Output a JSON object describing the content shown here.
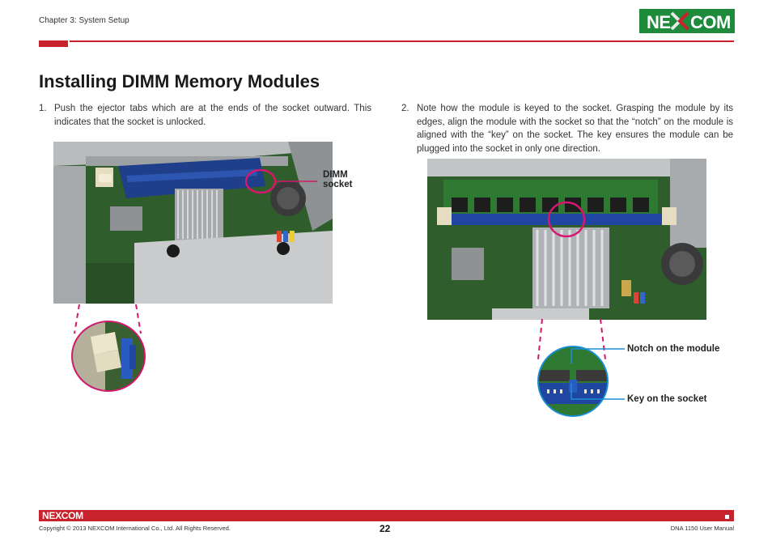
{
  "header": {
    "chapter": "Chapter 3: System Setup",
    "logo": "NEXCOM"
  },
  "title": "Installing DIMM Memory Modules",
  "steps": [
    {
      "num": "1.",
      "text": "Push the ejector tabs which are at the ends of the socket outward. This indicates that the socket is unlocked."
    },
    {
      "num": "2.",
      "text": "Note how the module is keyed to the socket. Grasping the module by its edges, align the module with the socket so that the “notch” on the module is aligned with the “key” on the socket. The key ensures the module can be plugged into the socket in only one direction."
    }
  ],
  "callouts": {
    "dimm_socket_line1": "DIMM",
    "dimm_socket_line2": "socket",
    "notch": "Notch on the module",
    "key": "Key on the socket"
  },
  "colors": {
    "brand_red": "#c8232c",
    "brand_green": "#1e8a3c",
    "callout_magenta": "#d6166f",
    "callout_blue": "#1a8fd6"
  },
  "footer": {
    "logo": "NEXCOM",
    "copyright": "Copyright © 2013 NEXCOM International Co., Ltd. All Rights Reserved.",
    "page": "22",
    "manual": "DNA 1150 User Manual"
  }
}
